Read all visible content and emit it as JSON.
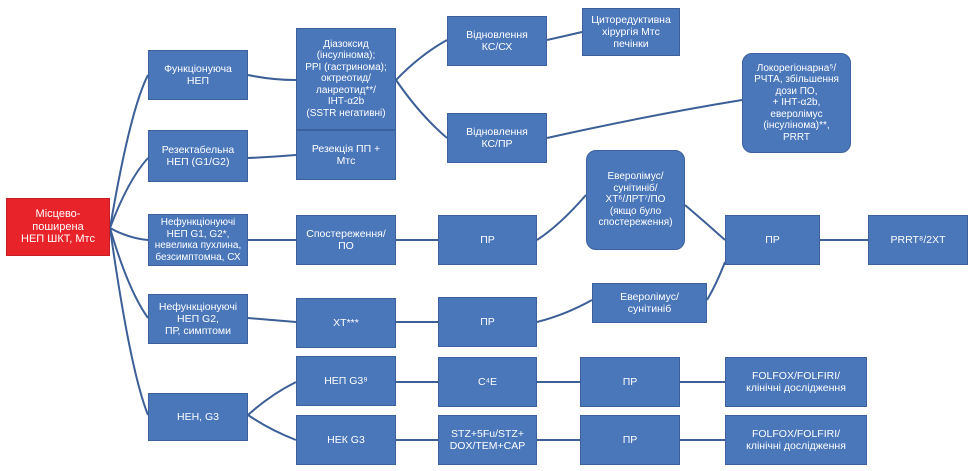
{
  "colors": {
    "node_fill": "#4a76ba",
    "root_fill": "#e8232a",
    "connector": "#3c5f97",
    "background": "#ffffff"
  },
  "nodes": {
    "root": "Місцево-поширена\nНЕП ШКТ, Мтс",
    "func_nep": "Функціонуюча\nНЕП",
    "resect_nep": "Резектабельна\nНЕП (G1/G2)",
    "nonfunc_g1g2": "Нефункціонуючі\nНЕП G1, G2*,\nневелика пухлина,\nбезсимптомна, СХ",
    "nonfunc_g2": "Нефункціонуючі\nНЕП G2,\nПР, симптоми",
    "nen_g3": "НЕН, G3",
    "diazoxide": "Діазоксид\n(інсулінома);\nPPI (гастринома);\nоктреотид/\nланреотид**/\nІНТ-α2b\n(SSTR негативні)",
    "resection": "Резекція ПП +\nМтс",
    "observation": "Спостереження/\nПО",
    "ct_stars": "ХТ***",
    "nep_g3": "НЕП G3⁹",
    "nek_g3": "НЕК G3",
    "response_cs_sd": "Відновлення\nКС/СХ",
    "response_cs_pr": "Відновлення\nКС/ПР",
    "pr_obs": "ПР",
    "pr_ct": "ПР",
    "c4e": "С⁴Е",
    "stz_regimen": "STZ+5Fu/STZ+\nDOX/TEM+CAP",
    "cytoreductive": "Циторедуктивна\nхірургія Мтс\nпечінки",
    "locoregional": "Локорегіонарна⁵/\nРЧТА, збільшення\nдози ПО,\n+ ІНТ-α2b,\nеверолімус\n(інсулінома)**,\nPRRT",
    "everolimus_options": "Еверолімус/\nсунітиніб/\nХТ⁶/ЛРТ⁷/ПО\n(якщо було\nспостереження)",
    "everolimus_sunitinib": "Еверолімус/\nсунітиніб",
    "pr_merge": "ПР",
    "prrt_ct": "PRRT⁸/2ХТ",
    "pr_nep_g3": "ПР",
    "pr_nek_g3": "ПР",
    "folfox_1": "FOLFOX/FOLFIRI/\nклінічні дослідження",
    "folfox_2": "FOLFOX/FOLFIRI/\nклінічні дослідження"
  }
}
